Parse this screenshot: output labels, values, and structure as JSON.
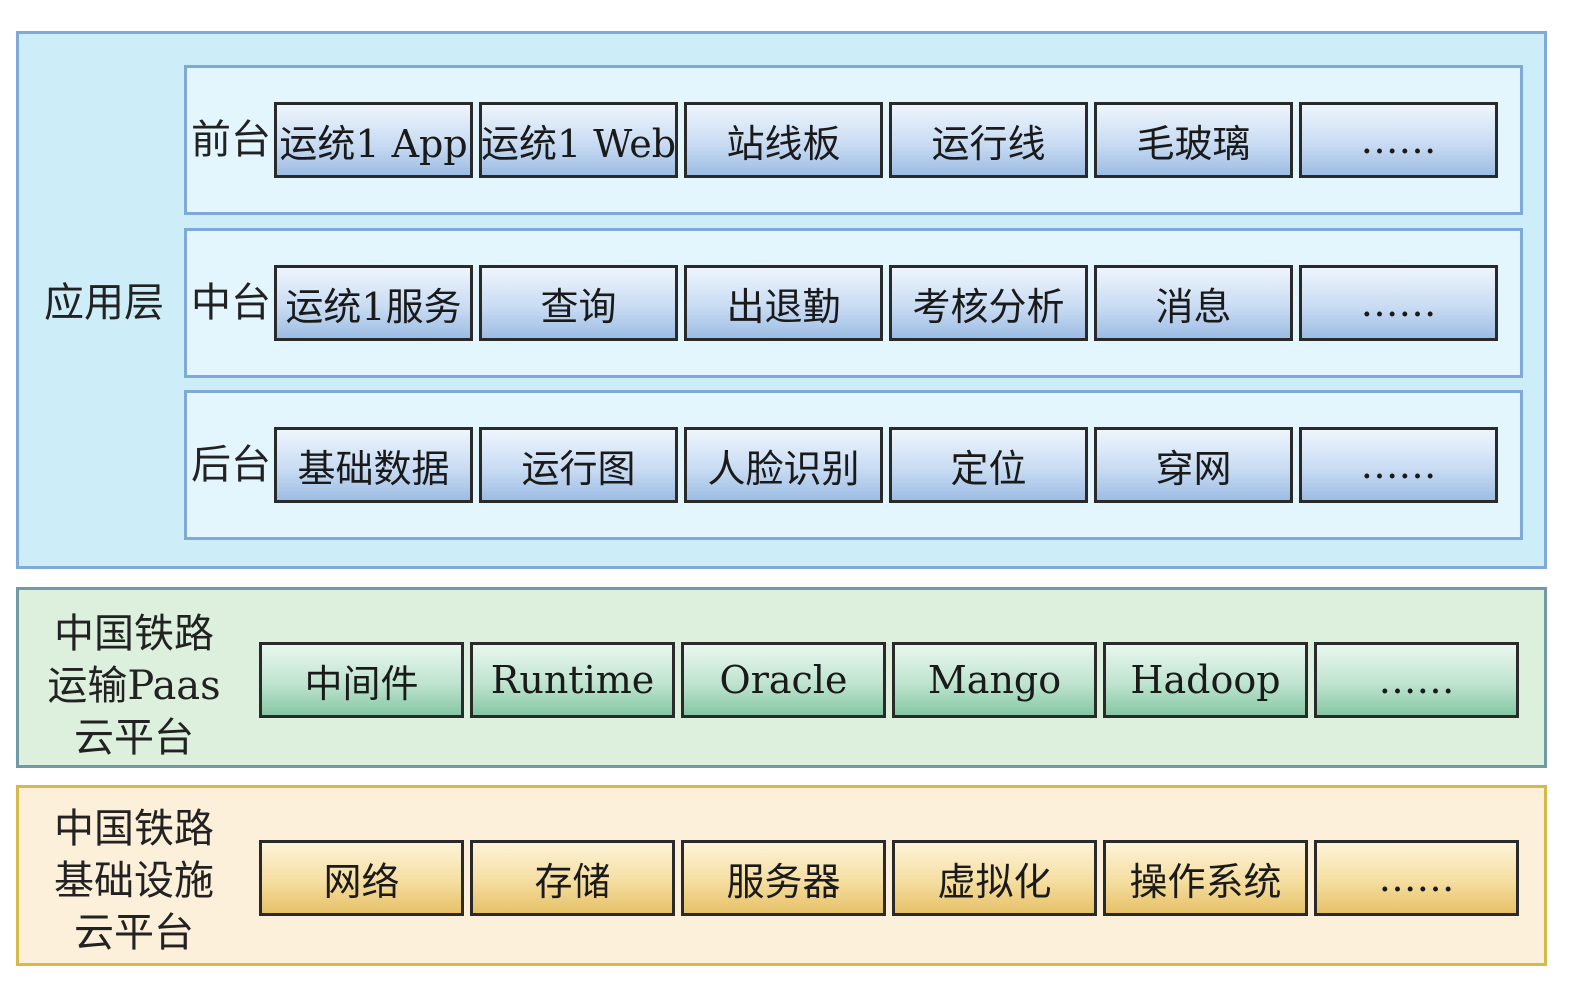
{
  "application_layer": {
    "label": "应用层",
    "tiers": [
      {
        "label": "前台",
        "items": [
          "运统1 App",
          "运统1 Web",
          "站线板",
          "运行线",
          "毛玻璃",
          "……"
        ]
      },
      {
        "label": "中台",
        "items": [
          "运统1服务",
          "查询",
          "出退勤",
          "考核分析",
          "消息",
          "……"
        ]
      },
      {
        "label": "后台",
        "items": [
          "基础数据",
          "运行图",
          "人脸识别",
          "定位",
          "穿网",
          "……"
        ]
      }
    ]
  },
  "paas_layer": {
    "label_lines": [
      "中国铁路",
      "运输Paas",
      "云平台"
    ],
    "items": [
      "中间件",
      "Runtime",
      "Oracle",
      "Mango",
      "Hadoop",
      "……"
    ]
  },
  "infra_layer": {
    "label_lines": [
      "中国铁路",
      "基础设施",
      "云平台"
    ],
    "items": [
      "网络",
      "存储",
      "服务器",
      "虚拟化",
      "操作系统",
      "……"
    ]
  },
  "colors": {
    "application_bg": "#cdeef8",
    "application_border": "#7fa9d6",
    "paas_bg": "#dcf0dd",
    "infra_bg": "#fdf0da",
    "infra_border": "#d5b94a"
  }
}
